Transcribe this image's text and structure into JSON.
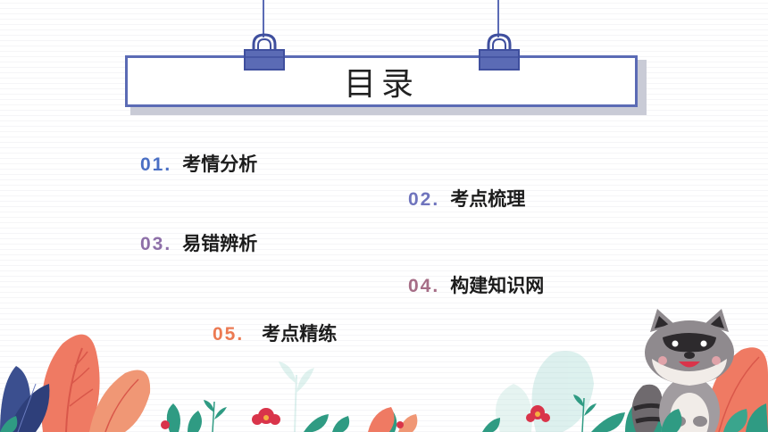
{
  "title": "目录",
  "items": [
    {
      "num": "01.",
      "label": "考情分析",
      "color": "#4a6fc4"
    },
    {
      "num": "02.",
      "label": "考点梳理",
      "color": "#6f74bd"
    },
    {
      "num": "03.",
      "label": "易错辨析",
      "color": "#8d6fa8"
    },
    {
      "num": "04.",
      "label": "构建知识网",
      "color": "#a66d86"
    },
    {
      "num": "05.",
      "label": "考点精练",
      "color": "#ec7a52"
    }
  ],
  "colors": {
    "accent": "#5b6bb5",
    "coral": "#ef7a63",
    "teal": "#2f9b83",
    "raccoon": "#8f8a8e"
  },
  "decorations": [
    "paper-clip-icon",
    "leaf-plant-icon",
    "flower-icon",
    "raccoon-mascot"
  ]
}
